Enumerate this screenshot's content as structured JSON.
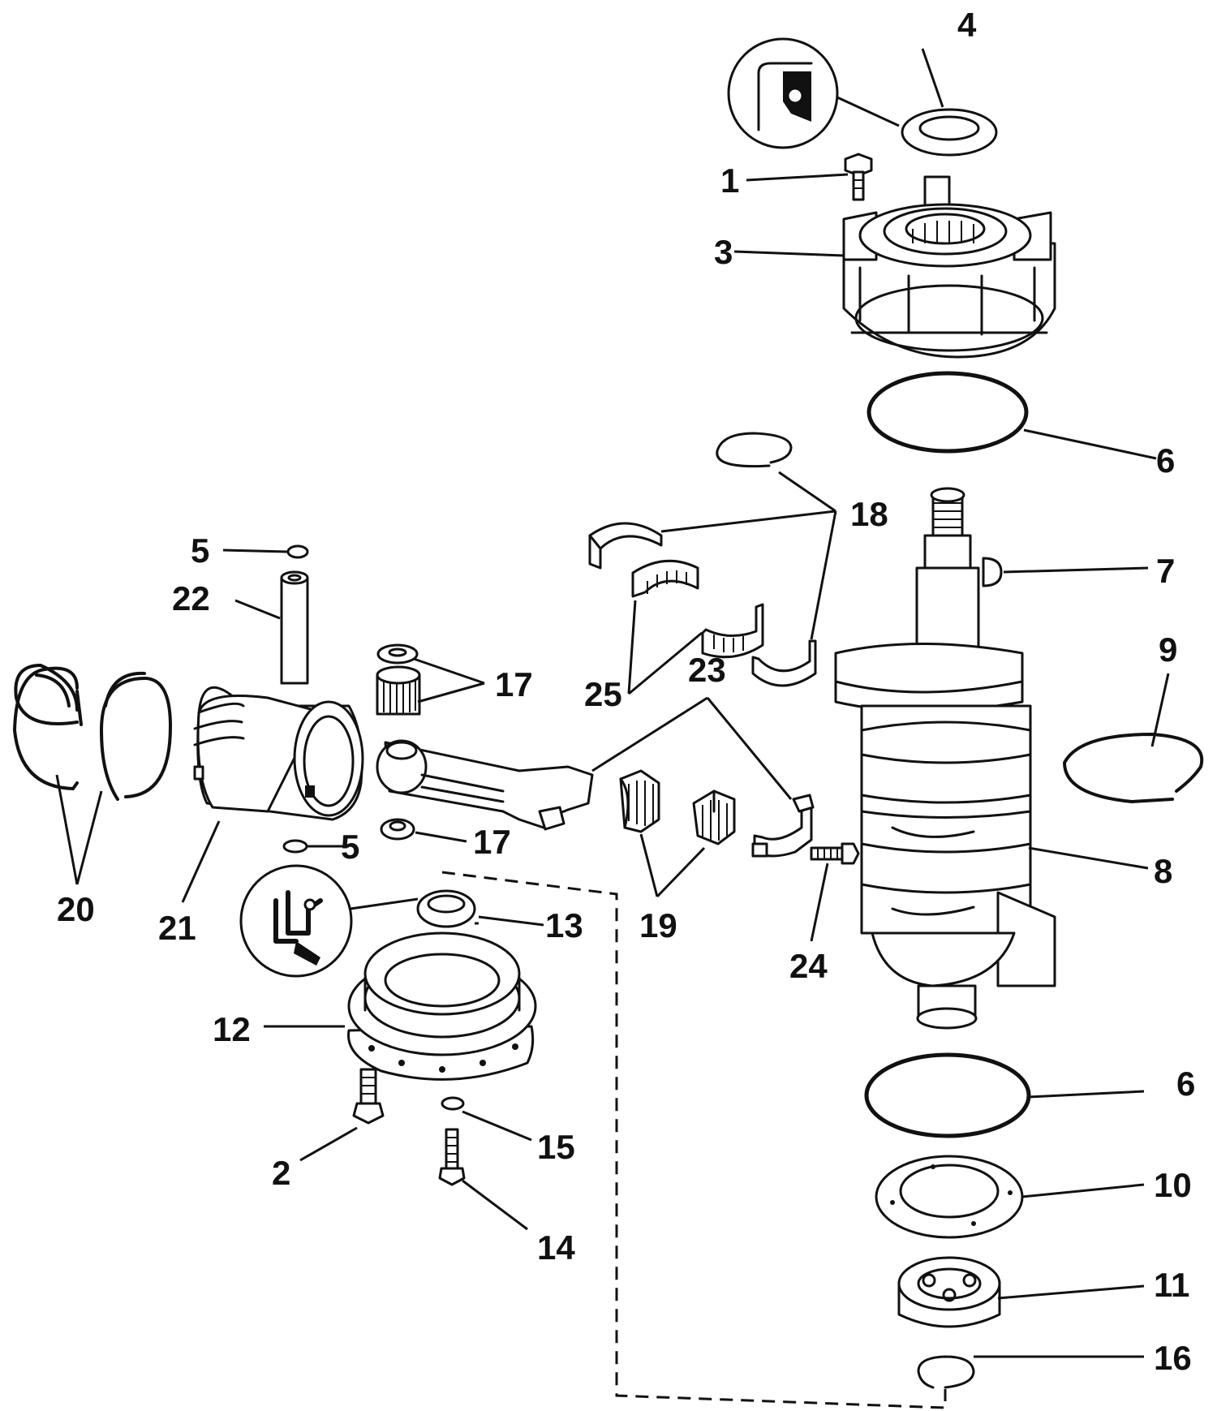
{
  "diagram": {
    "labels": {
      "p1": "1",
      "p2": "2",
      "p3": "3",
      "p4": "4",
      "p5a": "5",
      "p5b": "5",
      "p6a": "6",
      "p6b": "6",
      "p7": "7",
      "p8": "8",
      "p9": "9",
      "p10": "10",
      "p11": "11",
      "p12": "12",
      "p13": "13",
      "p14": "14",
      "p15": "15",
      "p16": "16",
      "p17a": "17",
      "p17b": "17",
      "p18": "18",
      "p19": "19",
      "p20": "20",
      "p21": "21",
      "p22": "22",
      "p23": "23",
      "p24": "24",
      "p25": "25"
    }
  }
}
